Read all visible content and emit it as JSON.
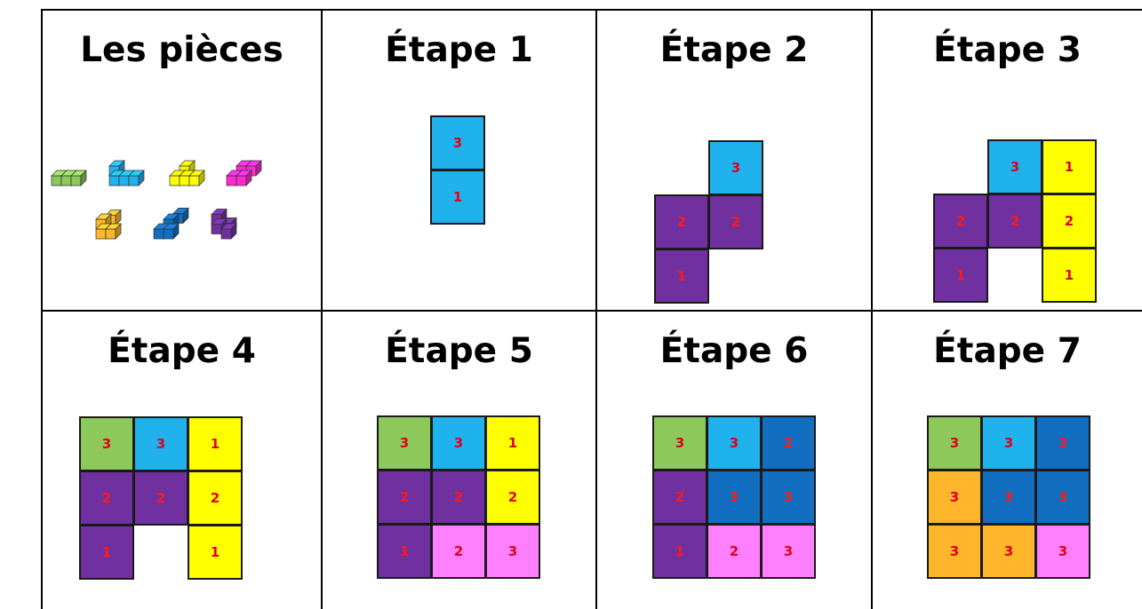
{
  "colors": {
    "green": "#8cc85a",
    "light_blue": "#1fb2ec",
    "yellow": "#ffff00",
    "magenta": "#ff2bd0",
    "orange": "#ffb62a",
    "dark_blue": "#116ec0",
    "purple": "#7030a0",
    "pink": "#ff80ff",
    "digit_red": "#ff1a1a",
    "digit_red_on_light": "#e0001a"
  },
  "cells": [
    {
      "title": "Les pièces",
      "pieces": [
        "green-rod",
        "light-blue-t",
        "yellow-l",
        "magenta-s",
        "orange-corner",
        "dark-blue-screw",
        "purple-screw"
      ]
    },
    {
      "title": "Étape 1",
      "squares": [
        {
          "c": 0,
          "r": 0,
          "color": "light_blue",
          "n": "3"
        },
        {
          "c": 0,
          "r": 1,
          "color": "light_blue",
          "n": "1"
        }
      ]
    },
    {
      "title": "Étape 2",
      "squares": [
        {
          "c": 1,
          "r": 0,
          "color": "light_blue",
          "n": "3"
        },
        {
          "c": 0,
          "r": 1,
          "color": "purple",
          "n": "2"
        },
        {
          "c": 1,
          "r": 1,
          "color": "purple",
          "n": "2"
        },
        {
          "c": 0,
          "r": 2,
          "color": "purple",
          "n": "1"
        }
      ]
    },
    {
      "title": "Étape 3",
      "squares": [
        {
          "c": 1,
          "r": 0,
          "color": "light_blue",
          "n": "3"
        },
        {
          "c": 2,
          "r": 0,
          "color": "yellow",
          "n": "1"
        },
        {
          "c": 0,
          "r": 1,
          "color": "purple",
          "n": "2"
        },
        {
          "c": 1,
          "r": 1,
          "color": "purple",
          "n": "2"
        },
        {
          "c": 2,
          "r": 1,
          "color": "yellow",
          "n": "2"
        },
        {
          "c": 0,
          "r": 2,
          "color": "purple",
          "n": "1"
        },
        {
          "c": 2,
          "r": 2,
          "color": "yellow",
          "n": "1"
        }
      ]
    },
    {
      "title": "Étape 4",
      "squares": [
        {
          "c": 0,
          "r": 0,
          "color": "green",
          "n": "3"
        },
        {
          "c": 1,
          "r": 0,
          "color": "light_blue",
          "n": "3"
        },
        {
          "c": 2,
          "r": 0,
          "color": "yellow",
          "n": "1"
        },
        {
          "c": 0,
          "r": 1,
          "color": "purple",
          "n": "2"
        },
        {
          "c": 1,
          "r": 1,
          "color": "purple",
          "n": "2"
        },
        {
          "c": 2,
          "r": 1,
          "color": "yellow",
          "n": "2"
        },
        {
          "c": 0,
          "r": 2,
          "color": "purple",
          "n": "1"
        },
        {
          "c": 2,
          "r": 2,
          "color": "yellow",
          "n": "1"
        }
      ]
    },
    {
      "title": "Étape 5",
      "squares": [
        {
          "c": 0,
          "r": 0,
          "color": "green",
          "n": "3"
        },
        {
          "c": 1,
          "r": 0,
          "color": "light_blue",
          "n": "3"
        },
        {
          "c": 2,
          "r": 0,
          "color": "yellow",
          "n": "1"
        },
        {
          "c": 0,
          "r": 1,
          "color": "purple",
          "n": "2"
        },
        {
          "c": 1,
          "r": 1,
          "color": "purple",
          "n": "2"
        },
        {
          "c": 2,
          "r": 1,
          "color": "yellow",
          "n": "2"
        },
        {
          "c": 0,
          "r": 2,
          "color": "purple",
          "n": "1"
        },
        {
          "c": 1,
          "r": 2,
          "color": "pink",
          "n": "2"
        },
        {
          "c": 2,
          "r": 2,
          "color": "pink",
          "n": "3"
        }
      ]
    },
    {
      "title": "Étape 6",
      "squares": [
        {
          "c": 0,
          "r": 0,
          "color": "green",
          "n": "3"
        },
        {
          "c": 1,
          "r": 0,
          "color": "light_blue",
          "n": "3"
        },
        {
          "c": 2,
          "r": 0,
          "color": "dark_blue",
          "n": "2"
        },
        {
          "c": 0,
          "r": 1,
          "color": "purple",
          "n": "2"
        },
        {
          "c": 1,
          "r": 1,
          "color": "dark_blue",
          "n": "3"
        },
        {
          "c": 2,
          "r": 1,
          "color": "dark_blue",
          "n": "3"
        },
        {
          "c": 0,
          "r": 2,
          "color": "purple",
          "n": "1"
        },
        {
          "c": 1,
          "r": 2,
          "color": "pink",
          "n": "2"
        },
        {
          "c": 2,
          "r": 2,
          "color": "pink",
          "n": "3"
        }
      ]
    },
    {
      "title": "Étape 7",
      "squares": [
        {
          "c": 0,
          "r": 0,
          "color": "green",
          "n": "3"
        },
        {
          "c": 1,
          "r": 0,
          "color": "light_blue",
          "n": "3"
        },
        {
          "c": 2,
          "r": 0,
          "color": "dark_blue",
          "n": "3"
        },
        {
          "c": 0,
          "r": 1,
          "color": "orange",
          "n": "3"
        },
        {
          "c": 1,
          "r": 1,
          "color": "dark_blue",
          "n": "3"
        },
        {
          "c": 2,
          "r": 1,
          "color": "dark_blue",
          "n": "3"
        },
        {
          "c": 0,
          "r": 2,
          "color": "orange",
          "n": "3"
        },
        {
          "c": 1,
          "r": 2,
          "color": "orange",
          "n": "3"
        },
        {
          "c": 2,
          "r": 2,
          "color": "pink",
          "n": "3"
        }
      ]
    }
  ]
}
